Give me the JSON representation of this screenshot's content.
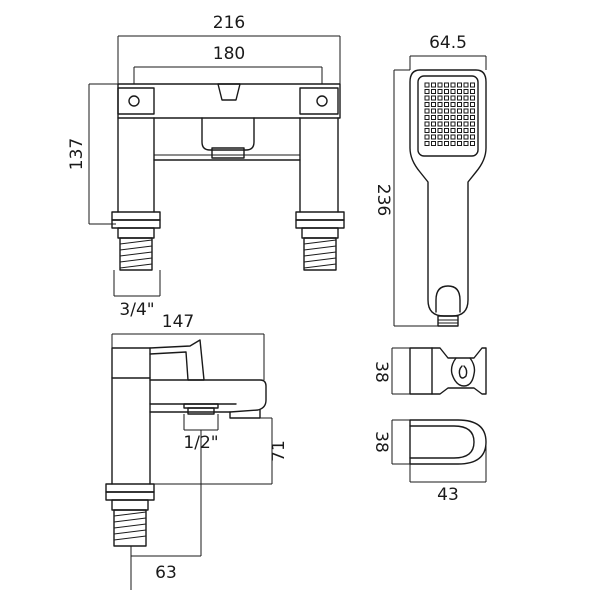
{
  "dimensions": {
    "overall_width": "216",
    "centres": "180",
    "height": "137",
    "inlet_thread": "3/4\"",
    "side_length": "147",
    "outlet_thread": "1/2\"",
    "outlet_height": "71",
    "outlet_projection": "63",
    "handset_width": "64.5",
    "handset_length": "236",
    "holder_height": "38",
    "cradle_height": "38",
    "cradle_width": "43"
  }
}
